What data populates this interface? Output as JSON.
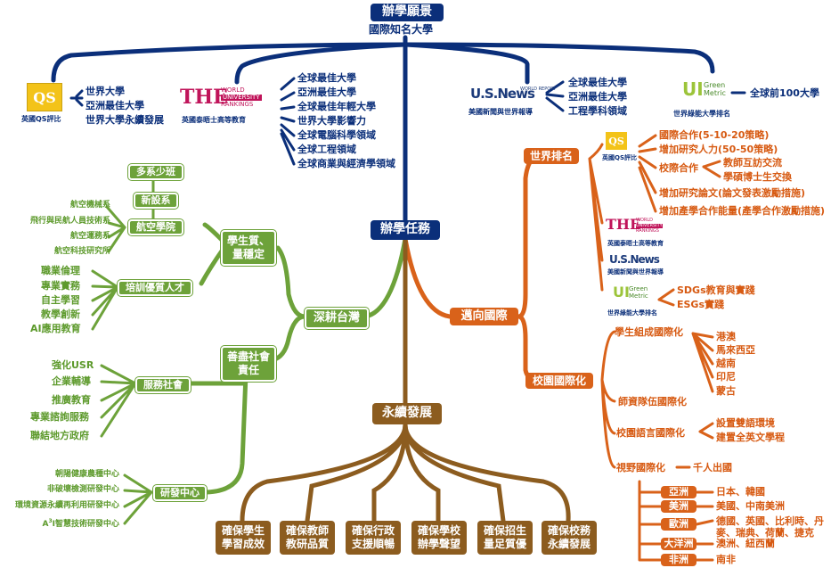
{
  "vision": {
    "title": "辦學願景",
    "subtitle": "國際知名大學"
  },
  "rankings": {
    "qs": {
      "logo": "QS",
      "label": "英國QS評比",
      "items": [
        "世界大學",
        "亞洲最佳大學",
        "世界大學永續發展"
      ]
    },
    "the": {
      "logo": "THE",
      "logo_small": [
        "WORLD",
        "UNIVERSITY",
        "RANKINGS"
      ],
      "label": "英國泰晤士高等教育",
      "items": [
        "全球最佳大學",
        "亞洲最佳大學",
        "全球最佳年輕大學",
        "世界大學影響力",
        "全球電腦科學領域",
        "全球工程領域",
        "全球商業與經濟學領域"
      ]
    },
    "usnews": {
      "logo": "U.S.News",
      "logo_small": "WORLD REPORT",
      "label": "美國新聞與世界報導",
      "items": [
        "全球最佳大學",
        "亞洲最佳大學",
        "工程學科領域"
      ]
    },
    "greenmetric": {
      "logo": "UI",
      "logo_small": [
        "Green",
        "Metric"
      ],
      "label": "世界綠能大學排名",
      "items": [
        "全球前100大學"
      ]
    }
  },
  "mission": {
    "title": "辦學任務"
  },
  "taiwan": {
    "title": "深耕台灣",
    "quality": {
      "title": "學生質、量穩定"
    },
    "new_dept": "新設系",
    "small_class": "多系少班",
    "aviation": {
      "title": "航空學院",
      "items": [
        "航空機械系",
        "飛行與民航人員技術系",
        "航空運務系",
        "航空科技研究所"
      ]
    },
    "talent": {
      "title": "培訓優質人才",
      "items": [
        "職業倫理",
        "專業實務",
        "自主學習",
        "教學創新",
        "AI應用教育"
      ]
    },
    "social": {
      "title": "善盡社會責任"
    },
    "service": {
      "title": "服務社會",
      "items": [
        "強化USR",
        "企業輔導",
        "推廣教育",
        "專業諮詢服務",
        "聯結地方政府"
      ]
    },
    "rd": {
      "title": "研發中心",
      "items": [
        "朝陽健康農種中心",
        "非破壞檢測研發中心",
        "環境資源永續再利用研發中心",
        "A",
        "3",
        "I智慧技術研發中心"
      ]
    }
  },
  "international": {
    "title": "邁向國際",
    "ranking": {
      "title": "世界排名",
      "qs_label": "英國QS評比",
      "qs_items": [
        "國際合作(5-10-20策略)",
        "增加研究人力(50-50策略)",
        "校際合作",
        "教師互訪交流",
        "學碩博士生交換",
        "增加研究論文(論文發表激勵措施)",
        "增加產學合作能量(產學合作激勵措施)"
      ],
      "the_label": "英國泰晤士高等教育",
      "usnews_label": "美國新聞與世界報導",
      "gm_label": "世界綠能大學排名",
      "gm_items": [
        "SDGs教育與實踐",
        "ESGs實踐"
      ]
    },
    "campus": {
      "title": "校園國際化",
      "students": {
        "title": "學生組成國際化",
        "items": [
          "港澳",
          "馬來西亞",
          "越南",
          "印尼",
          "蒙古"
        ]
      },
      "faculty": "師資隊伍國際化",
      "language": {
        "title": "校園語言國際化",
        "items": [
          "設置雙語環境",
          "建置全英文學程"
        ]
      },
      "vision": {
        "title": "視野國際化",
        "target": "千人出國"
      },
      "regions": [
        {
          "name": "亞洲",
          "text": "日本、韓國"
        },
        {
          "name": "美洲",
          "text": "美國、中南美洲"
        },
        {
          "name": "歐洲",
          "text": "德國、英國、比利時、丹麥、瑞典、荷蘭、捷克"
        },
        {
          "name": "大洋洲",
          "text": "澳洲、紐西蘭"
        },
        {
          "name": "非洲",
          "text": "南非"
        }
      ]
    }
  },
  "sustain": {
    "title": "永續發展",
    "items": [
      {
        "l1": "確保學生",
        "l2": "學習成效"
      },
      {
        "l1": "確保教師",
        "l2": "教研品質"
      },
      {
        "l1": "確保行政",
        "l2": "支援順暢"
      },
      {
        "l1": "確保學校",
        "l2": "辦學聲望"
      },
      {
        "l1": "確保招生",
        "l2": "量足質優"
      },
      {
        "l1": "確保校務",
        "l2": "永續發展"
      }
    ]
  },
  "colors": {
    "navy": "#0b2f7a",
    "orange": "#d9621a",
    "green": "#6da23a",
    "brown": "#8c5c1f",
    "qs_yellow": "#f3c319",
    "the_magenta": "#c0145a"
  }
}
